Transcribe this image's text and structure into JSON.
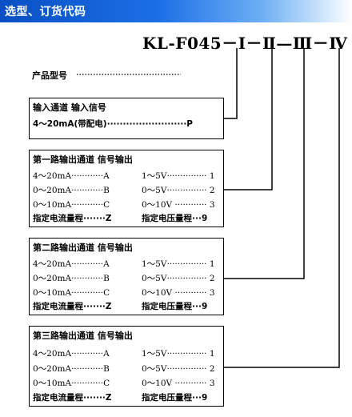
{
  "header": {
    "title": "选型、订货代码"
  },
  "model": {
    "code": "KL-F045－Ⅰ－Ⅱ—Ⅲ－Ⅳ",
    "label": "产品型号"
  },
  "input_box": {
    "title": "输入通道  输入信号",
    "row": "4～20mA(带配电)·························P"
  },
  "output_boxes": [
    {
      "title": "第一路输出通道  信号输出",
      "rows": [
        {
          "left": "4～20mA············A",
          "right": "1～5V··············· 1"
        },
        {
          "left": "0～20mA············B",
          "right": "0～5V··············· 2"
        },
        {
          "left": "0～10mA············C",
          "right": "0～10V ············ 3"
        },
        {
          "left": "指定电流量程·······Z",
          "right": "指定电压量程···9"
        }
      ]
    },
    {
      "title": "第二路输出通道  信号输出",
      "rows": [
        {
          "left": "4～20mA············A",
          "right": "1～5V··············· 1"
        },
        {
          "left": "0～20mA············B",
          "right": "0～5V··············· 2"
        },
        {
          "left": "0～10mA············C",
          "right": "0～10V ············ 3"
        },
        {
          "left": "指定电流量程·······Z",
          "right": "指定电压量程···9"
        }
      ]
    },
    {
      "title": "第三路输出通道  信号输出",
      "rows": [
        {
          "left": "4～20mA············A",
          "right": "1～5V··············· 1"
        },
        {
          "left": "0～20mA············B",
          "right": "0～5V··············· 2"
        },
        {
          "left": "0～10mA············C",
          "right": "0～10V ············ 3"
        },
        {
          "left": "指定电流量程·······Z",
          "right": "指定电压量程···9"
        }
      ]
    }
  ]
}
